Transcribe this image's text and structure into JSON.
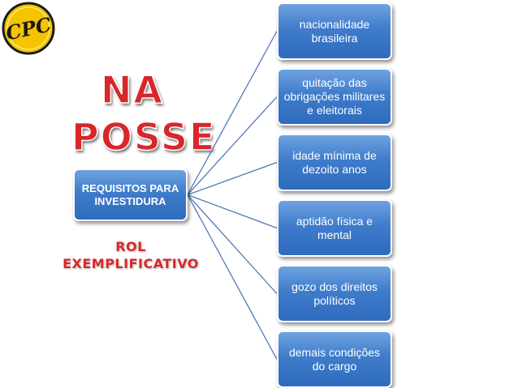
{
  "logo": {
    "text": "CPC",
    "color": "#f5c400"
  },
  "title": {
    "line1": "NA",
    "line2": "POSSE",
    "color": "#d8262a"
  },
  "subtitle": {
    "line1": "ROL",
    "line2": "EXEMPLIFICATIVO"
  },
  "diagram": {
    "root": {
      "label": "REQUISITOS PARA INVESTIDURA"
    },
    "children": [
      {
        "label": "nacionalidade brasileira"
      },
      {
        "label": "quitação das obrigações militares e eleitorais"
      },
      {
        "label": "idade mínima de dezoito anos"
      },
      {
        "label": "aptidão física e mental"
      },
      {
        "label": "gozo dos direitos políticos"
      },
      {
        "label": "demais condições do cargo"
      }
    ],
    "box_color": "#3f7ccb",
    "edge_color": "#4f79b5"
  }
}
